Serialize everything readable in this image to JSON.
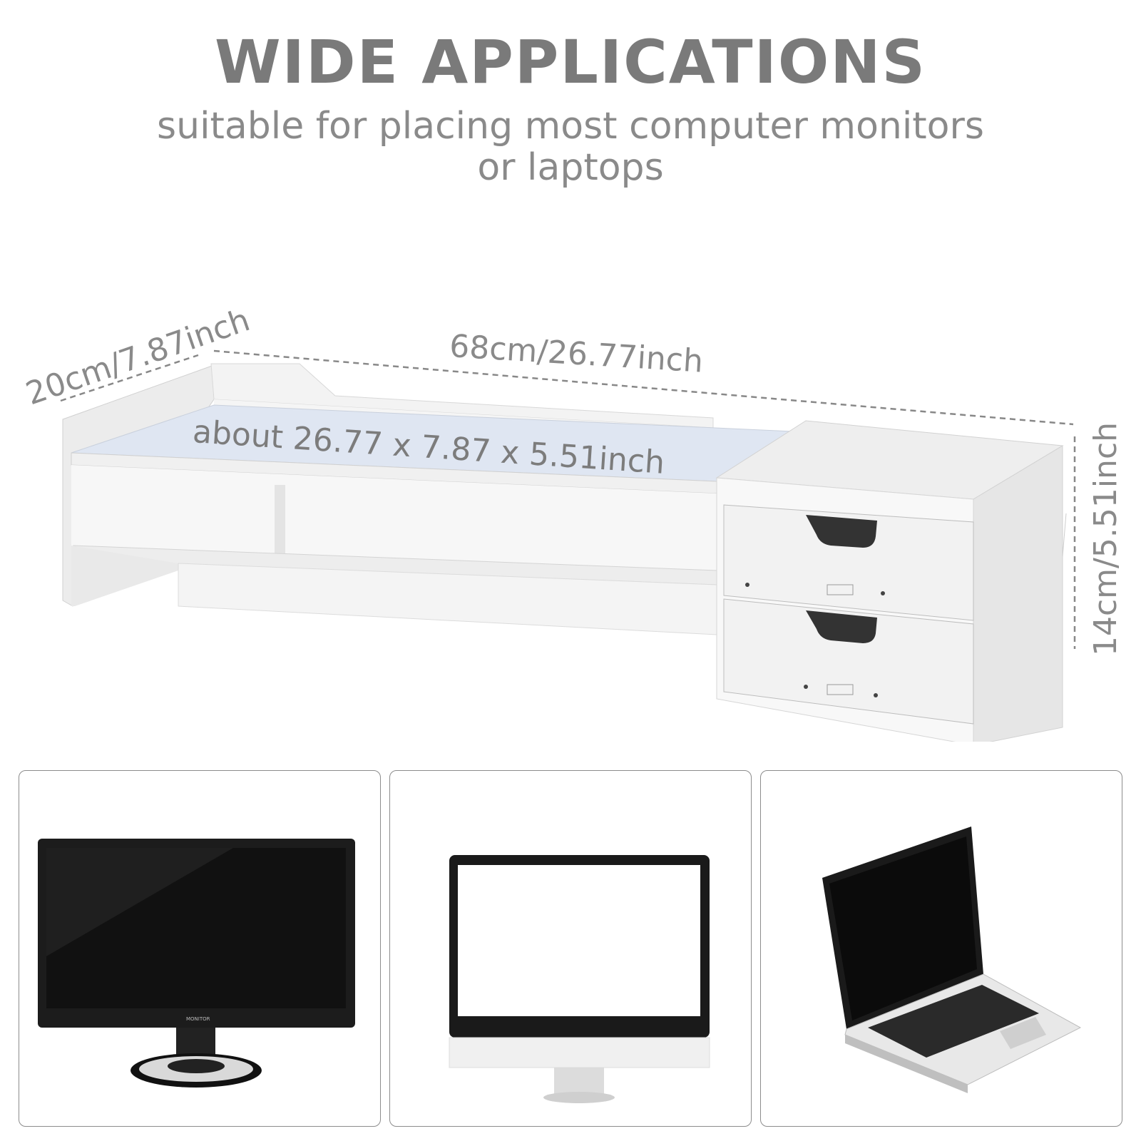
{
  "header": {
    "title": "WIDE APPLICATIONS",
    "subtitle_line1": "suitable for placing most computer monitors",
    "subtitle_line2": "or laptops"
  },
  "dimensions": {
    "depth": "20cm/7.87inch",
    "width": "68cm/26.77inch",
    "height": "14cm/5.51inch",
    "overall": "about 26.77 x 7.87 x 5.51inch"
  },
  "panels": [
    {
      "device": "monitor",
      "brand": "MONITOR"
    },
    {
      "device": "all-in-one"
    },
    {
      "device": "laptop"
    }
  ],
  "colors": {
    "text": "#7a7a7a",
    "highlight": "#d9e2f1",
    "border": "#8c8c8c"
  }
}
